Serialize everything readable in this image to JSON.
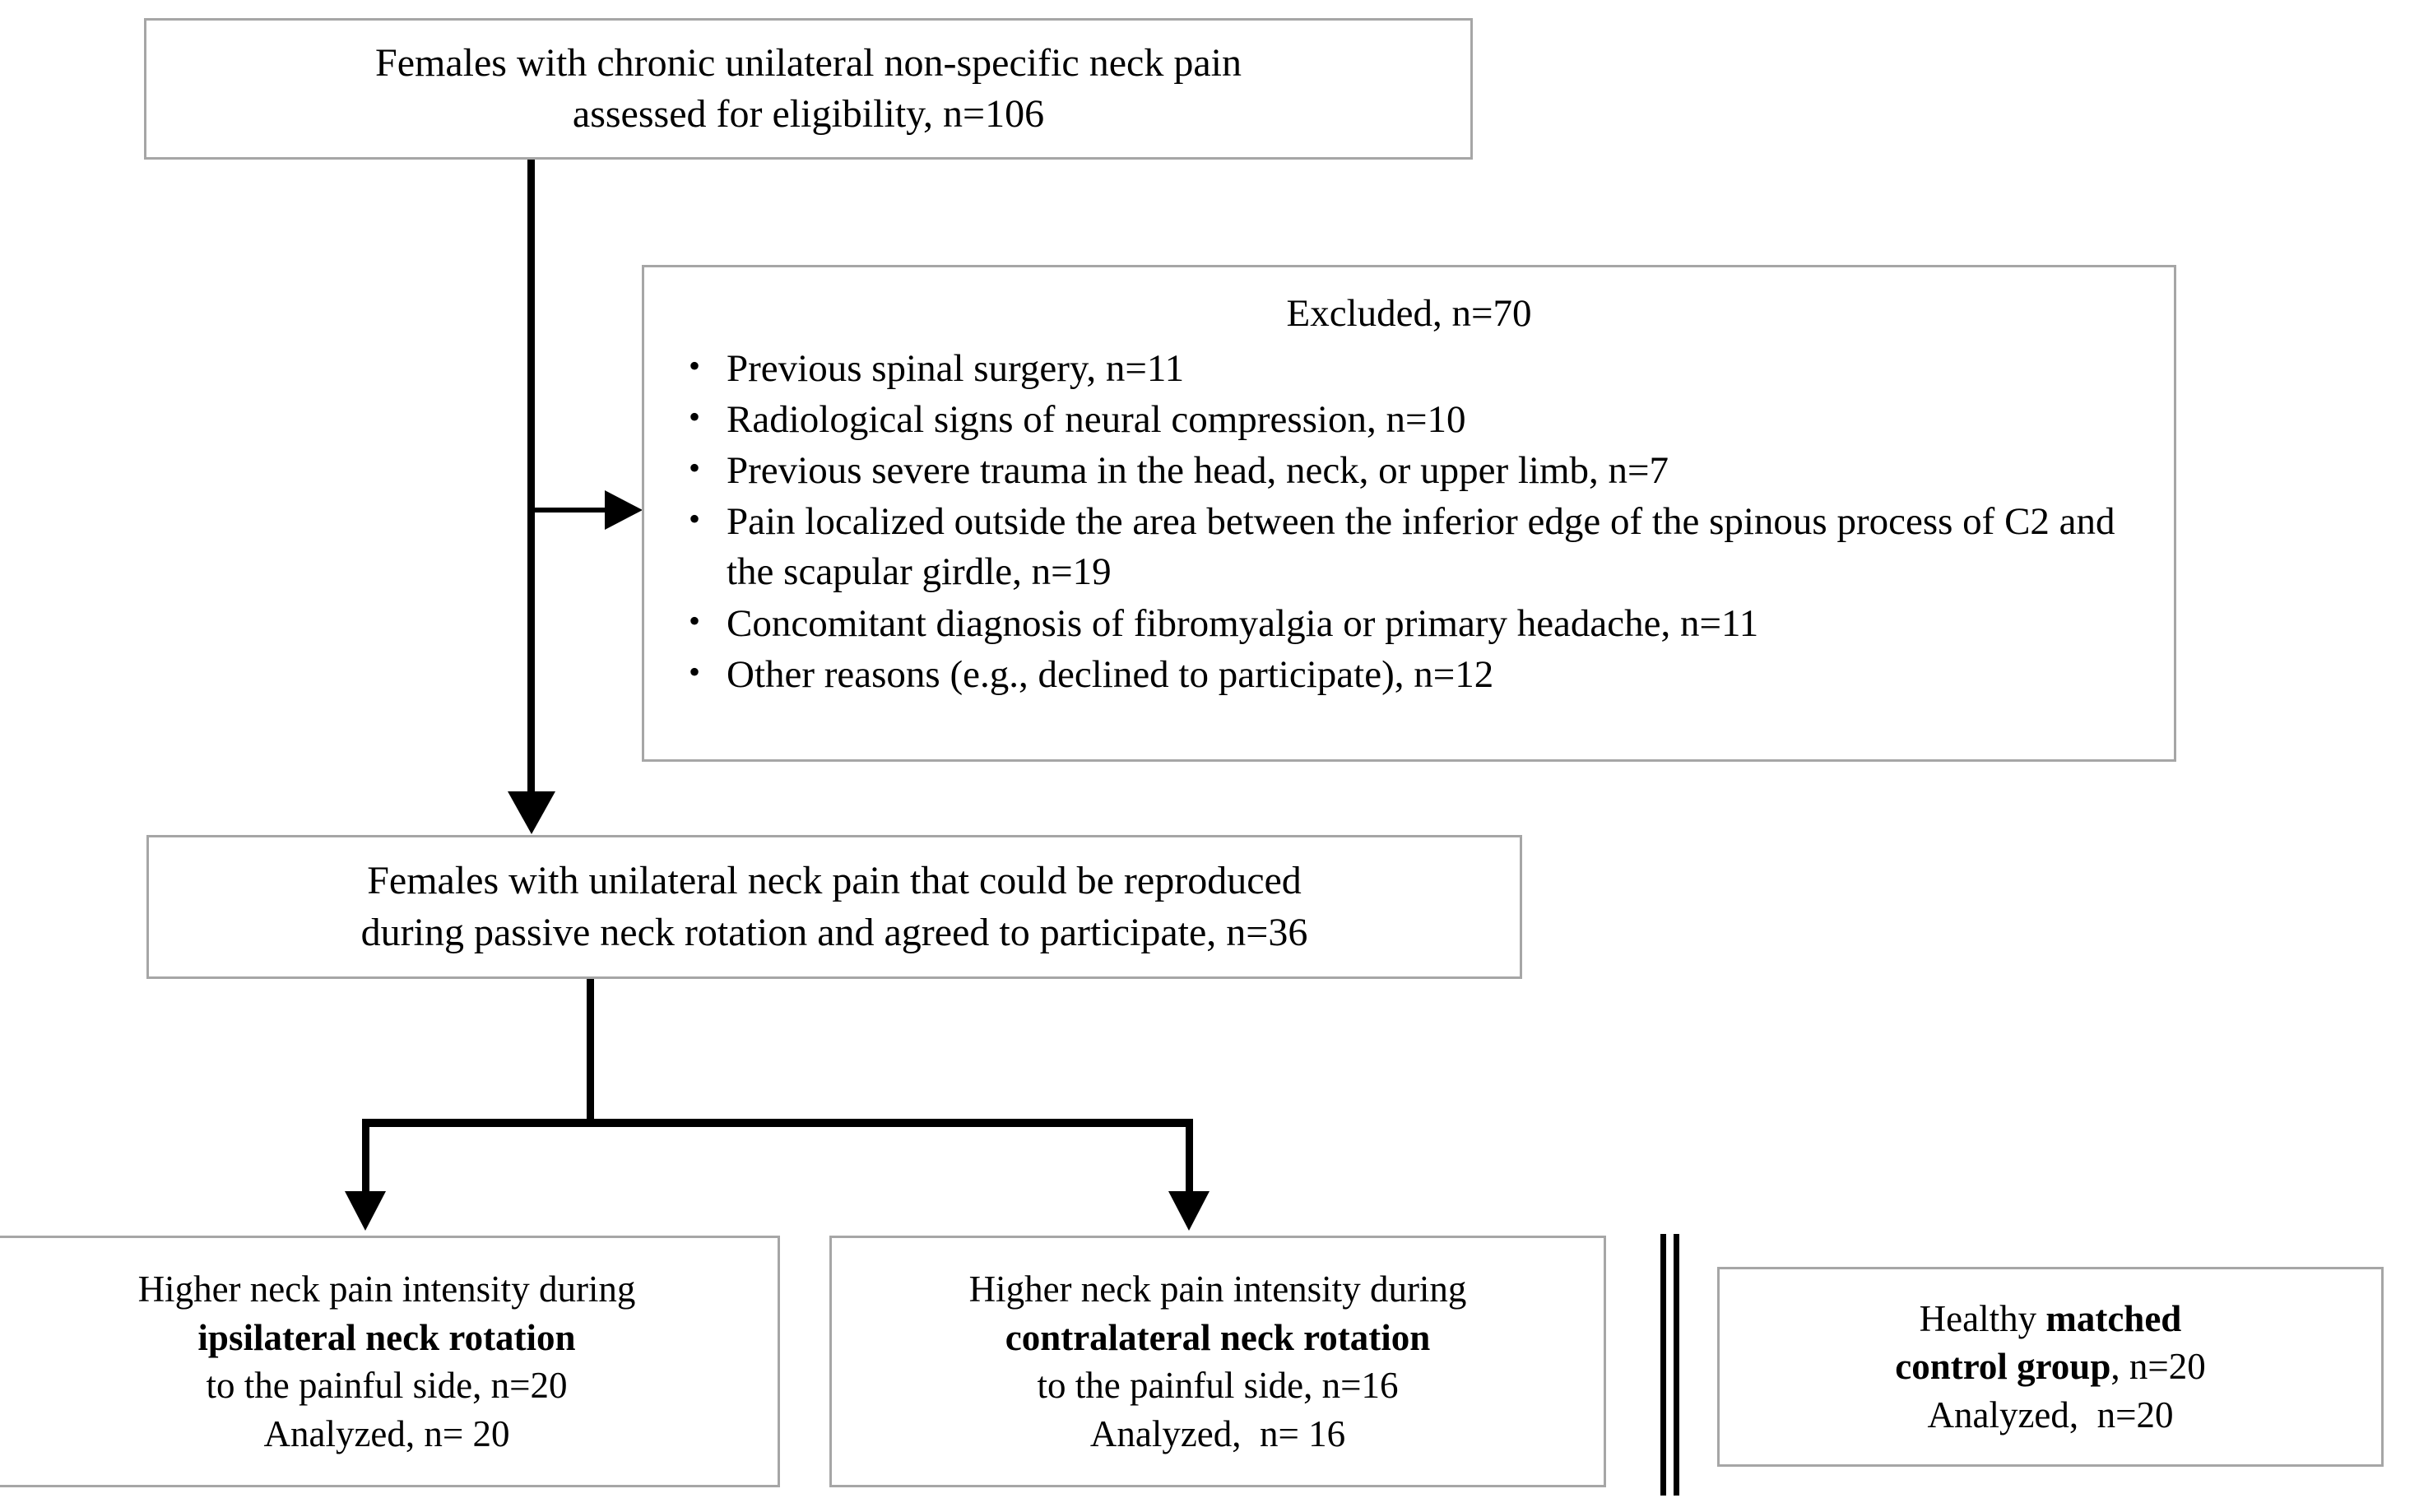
{
  "diagram": {
    "type": "flowchart",
    "title": "Participant flow diagram",
    "colors": {
      "box_border": "#a6a6a6",
      "connector": "#000000",
      "background": "#ffffff",
      "text": "#000000"
    }
  },
  "nodes": {
    "eligibility": {
      "line1": "Females with chronic unilateral non-specific neck pain",
      "line2": "assessed for eligibility, n=106"
    },
    "excluded": {
      "title": "Excluded, n=70",
      "bullet_glyph": "•",
      "items": [
        "Previous spinal surgery, n=11",
        "Radiological signs of neural compression, n=10",
        "Previous severe trauma in the head, neck, or upper limb, n=7",
        "Pain localized outside the area between the inferior edge of the spinous process of C2 and the scapular girdle, n=19",
        "Concomitant diagnosis of fibromyalgia or primary headache, n=11",
        "Other reasons (e.g., declined to participate), n=12"
      ]
    },
    "reproduced": {
      "line1": "Females with unilateral neck pain that could be reproduced",
      "line2": "during passive neck rotation and agreed to participate, n=36"
    },
    "ipsilateral": {
      "line1": "Higher neck pain intensity during",
      "line2_bold": "ipsilateral neck rotation",
      "line3": "to the painful side, n=20",
      "line4": "Analyzed, n= 20"
    },
    "contralateral": {
      "line1": "Higher neck pain intensity during",
      "line2_bold": "contralateral neck rotation",
      "line3": "to the painful side, n=16",
      "line4": "Analyzed,  n= 16"
    },
    "control": {
      "line1_prefix": "Healthy ",
      "line1_bold": "matched",
      "line2_bold": "control group",
      "line2_suffix": ", n=20",
      "line3": "Analyzed,  n=20"
    }
  },
  "connectors": {
    "trunk_main": "vertical-arrow-eligibility-to-reproduced",
    "branch_excluded": "horizontal-arrow-to-excluded",
    "split": "t-split-to-two-groups",
    "separator": "double-vertical-rule"
  }
}
